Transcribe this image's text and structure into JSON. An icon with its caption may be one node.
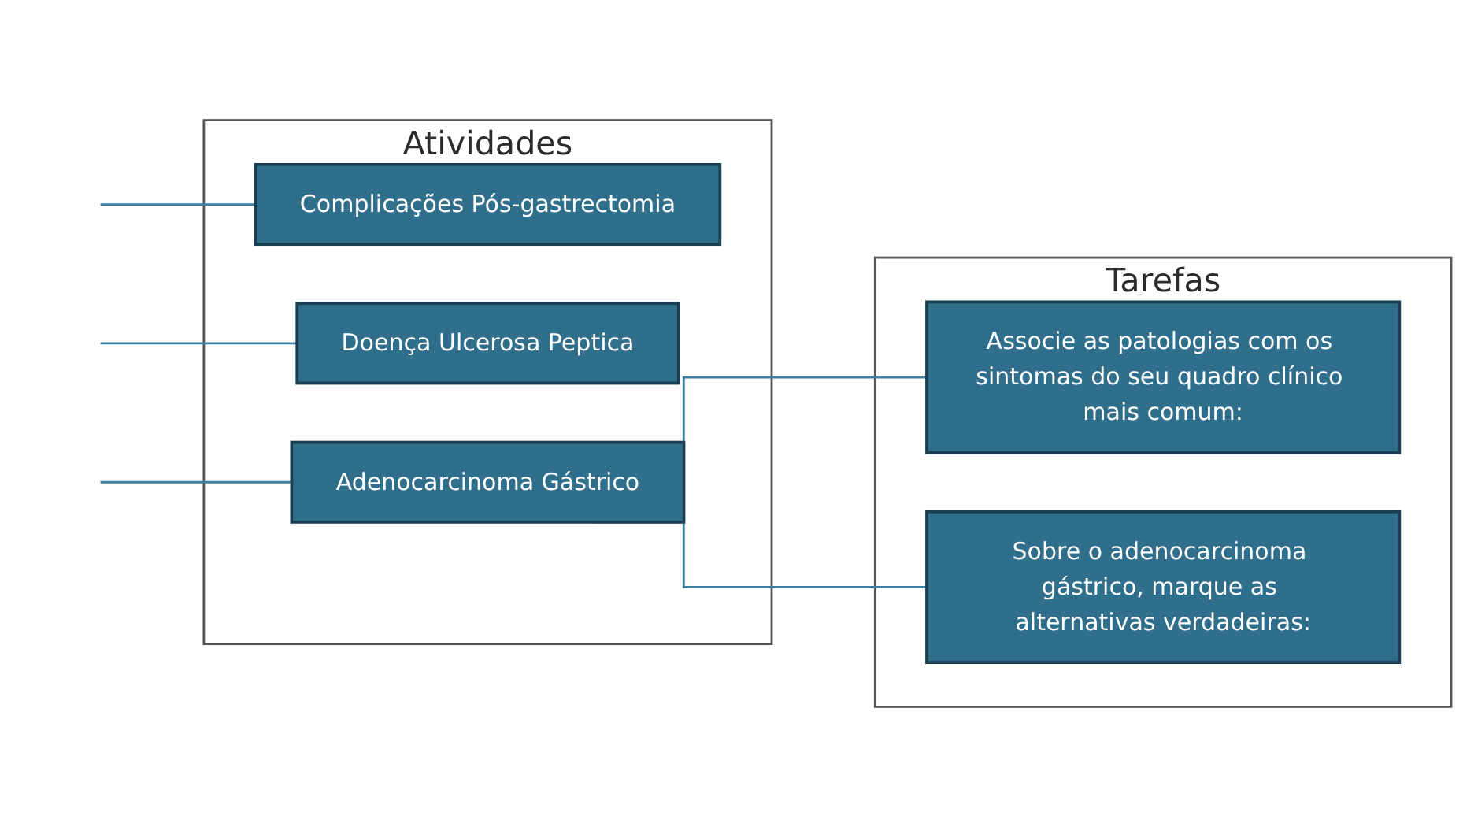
{
  "diagram": {
    "nodes": [
      {
        "text": [
          "Atividades"
        ]
      },
      {
        "text": [
          "Complicações Pós-gastrectomia"
        ],
        "in": 0
      },
      {
        "text": [
          "Doença Ulcerosa Peptica"
        ],
        "in": 0
      },
      {
        "text": [
          "Adenocarcinoma Gástrico"
        ],
        "in": 0
      },
      {
        "text": [
          "Tarefas"
        ]
      },
      {
        "text": [
          "Associe as patologias com os sintomas do seu quadro clínico mais comum:"
        ],
        "in": 4
      },
      {
        "text": [
          "Sobre o adenocarcinoma gástrico, marque as alternativas verdadeiras:"
        ],
        "in": 4
      }
    ],
    "edges": [
      {
        "from": null,
        "to": 1,
        "arrow": "none"
      },
      {
        "from": null,
        "to": 2,
        "arrow": "none"
      },
      {
        "from": null,
        "to": 3,
        "arrow": "none"
      },
      {
        "from": 3,
        "to": 5,
        "arrow": "none"
      },
      {
        "from": 3,
        "to": 6,
        "arrow": "none"
      }
    ]
  }
}
